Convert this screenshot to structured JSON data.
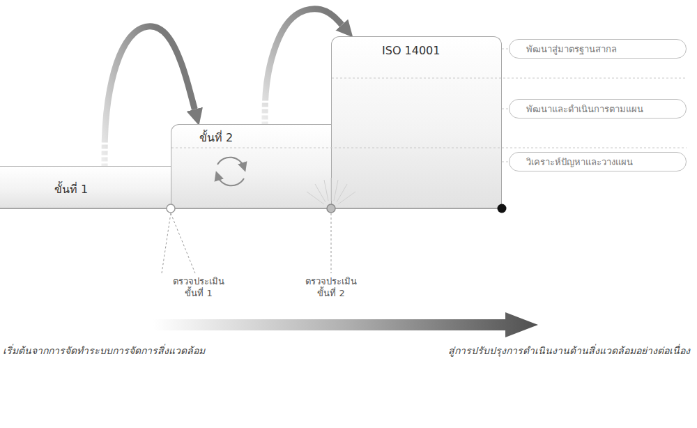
{
  "diagram": {
    "nodes": [
      {
        "text": [
          "ขั้นที่ 1"
        ]
      },
      {
        "text": [
          "ขั้นที่ 2"
        ]
      },
      {
        "text": [
          "ISO 14001"
        ]
      },
      {
        "text": [
          "พัฒนาสู่มาตรฐานสากล"
        ]
      },
      {
        "text": [
          "พัฒนาและดำเนินการตามแผน"
        ]
      },
      {
        "text": [
          "วิเคราะห์ปัญหาและวางแผน"
        ]
      }
    ],
    "edges": [
      {
        "from": 0,
        "to": 1,
        "arrow": "to"
      },
      {
        "from": 1,
        "to": 2,
        "arrow": "to"
      }
    ],
    "labels": [
      "ตรวจประเมิน ขั้นที่ 1",
      "ตรวจประเมิน ขั้นที่ 2",
      "เริ่มต้นจากการจัดทำระบบการจัดการสิ่งแวดล้อม",
      "สู่การปรับปรุงการดำเนินงานด้านสิ่งแวดล้อมอย่างต่อเนื่อง"
    ]
  }
}
